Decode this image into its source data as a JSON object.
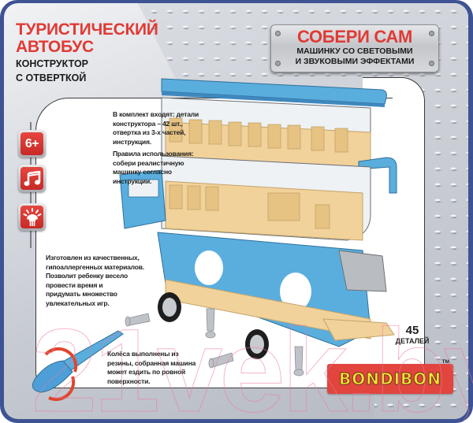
{
  "product": {
    "title_line1": "ТУРИСТИЧЕСКИЙ",
    "title_line2": "АВТОБУС",
    "subtitle_line1": "КОНСТРУКТОР",
    "subtitle_line2": "С ОТВЕРТКОЙ"
  },
  "badge": {
    "title": "СОБЕРИ САМ",
    "line1": "МАШИНКУ СО СВЕТОВЫМИ",
    "line2": "И ЗВУКОВЫМИ ЭФФЕКТАМИ"
  },
  "icons": [
    {
      "name": "age-6plus-icon",
      "label": "6+"
    },
    {
      "name": "music-note-icon",
      "label": ""
    },
    {
      "name": "light-bulb-icon",
      "label": ""
    }
  ],
  "text_blocks": {
    "contents": [
      "В комплект входят: детали",
      "конструктора – 42 шт.,",
      "отвертка из 3-х частей,",
      "инструкция."
    ],
    "rules": [
      "Правила использования:",
      "собери реалистичную",
      "машинку согласно",
      "инструкции."
    ],
    "materials": [
      "Изготовлен из качественных,",
      "гипоаллергенных материалов.",
      "Позволит ребенку весело",
      "провести время и",
      "придумать множество",
      "увлекательных игр."
    ],
    "wheels": [
      "Колёса выполнены из",
      "резины, собранная машина",
      "может ездить по ровной",
      "поверхности."
    ]
  },
  "parts_count": {
    "number": "45",
    "label": "ДЕТАЛЕЙ"
  },
  "brand": {
    "name": "BONDIBON",
    "trademark": "TM"
  },
  "watermark": "21vek.by",
  "colors": {
    "frame_navy": "#3d5393",
    "title_red": "#e03a35",
    "bus_blue": "#5aaede",
    "seat_beige": "#f1d29a",
    "logo_red": "#e1453e",
    "logo_yellow": "#f7e23a"
  }
}
